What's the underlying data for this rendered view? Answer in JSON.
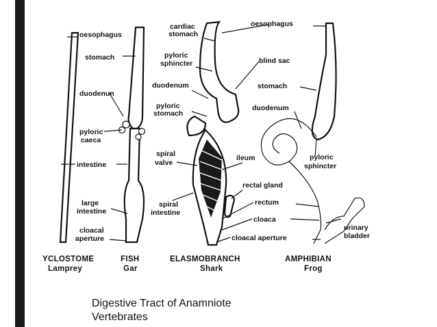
{
  "caption": {
    "line1": "Digestive Tract of Anamniote",
    "line2": "Vertebrates"
  },
  "groups": [
    {
      "class": "YCLOSTOME",
      "example": "Lamprey"
    },
    {
      "class": "FISH",
      "example": "Gar"
    },
    {
      "class": "ELASMOBRANCH",
      "example": "Shark"
    },
    {
      "class": "AMPHIBIAN",
      "example": "Frog"
    }
  ],
  "labels": {
    "lamprey": {
      "oesophagus": "oesophagus"
    },
    "gar": {
      "stomach": "stomach",
      "duodenum": "duodenun",
      "pyloric_caeca_1": "pyloric",
      "pyloric_caeca_2": "caeca",
      "intestine": "intestine",
      "large_intestine_1": "large",
      "large_intestine_2": "intestine",
      "cloacal_aperture_1": "cloacal",
      "cloacal_aperture_2": "aperture"
    },
    "shark": {
      "cardiac_stomach_1": "cardiac",
      "cardiac_stomach_2": "stomach",
      "pyloric_sphincter_1": "pyloric",
      "pyloric_sphincter_2": "sphincter",
      "duodenum": "duodenum",
      "pyloric_stomach_1": "pyloric",
      "pyloric_stomach_2": "stomach",
      "spiral_valve_1": "spiral",
      "spiral_valve_2": "valve",
      "spiral_intestine_1": "spiral",
      "spiral_intestine_2": "intestine",
      "ileum": "ileum",
      "rectal_gland": "rectal gland",
      "rectum": "rectum",
      "cloaca": "cloaca",
      "cloacal_aperture": "cloacal aperture"
    },
    "frog": {
      "oesophagus": "oesophagus",
      "blind_sac": "blind sac",
      "stomach": "stomach",
      "duodenum": "duodenum",
      "pyloric_sphincter_1": "pyloric",
      "pyloric_sphincter_2": "sphincter",
      "urinary_bladder_1": "urinary",
      "urinary_bladder_2": "bladder"
    }
  }
}
